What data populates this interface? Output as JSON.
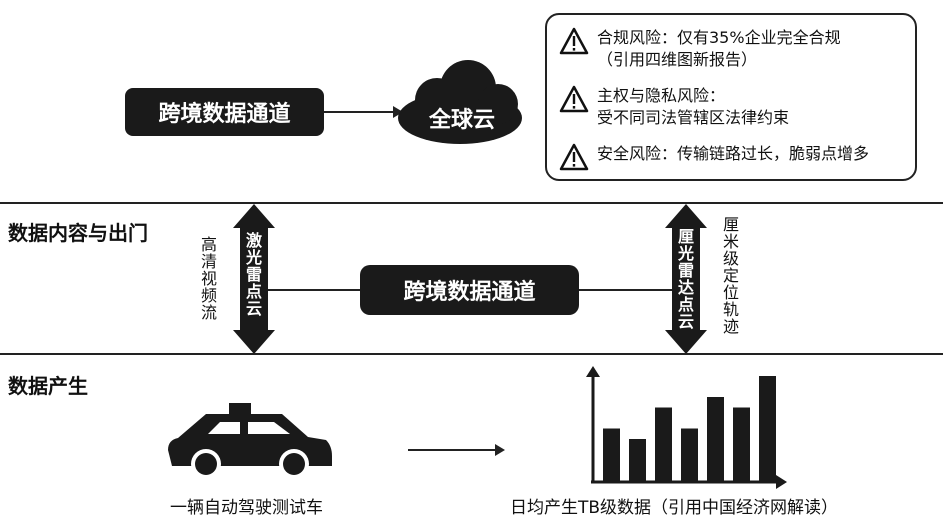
{
  "top": {
    "channel_label": "跨境数据通道",
    "cloud_label": "全球云"
  },
  "risks": [
    {
      "line1": "合规风险：仅有35%企业完全合规",
      "line2": "（引用四维图新报告）"
    },
    {
      "line1": "主权与隐私风险：",
      "line2": "受不同司法管辖区法律约束"
    },
    {
      "line1": "安全风险：传输链路过长，脆弱点增多",
      "line2": ""
    }
  ],
  "middle": {
    "section_title": "数据内容与出门",
    "left_side_text": "高清视频流",
    "left_arrow_text": "激光雷点云",
    "channel_label": "跨境数据通道",
    "right_arrow_text": "厘光雷达点云",
    "right_side_text": "厘米级定位轨迹"
  },
  "bottom": {
    "section_title": "数据产生",
    "car_caption": "一辆自动驾驶测试车",
    "chart_caption": "日均产生TB级数据（引用中国经济网解读）"
  },
  "chart_data": {
    "type": "bar",
    "values": [
      5,
      4,
      7,
      5,
      8,
      7,
      10
    ],
    "categories": [],
    "title": "",
    "xlabel": "",
    "ylabel": ""
  },
  "colors": {
    "fill": "#1a1a1a",
    "line": "#222222",
    "background": "#ffffff"
  }
}
